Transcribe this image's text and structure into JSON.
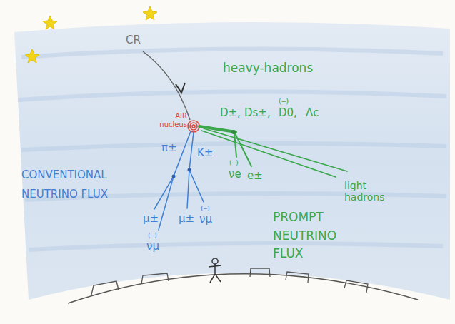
{
  "diagram": {
    "labels": [
      "CR",
      "AIR nucleus",
      "heavy-hadrons",
      "D±,",
      "Ds±,",
      "(‒)",
      "D0,",
      "Λc",
      "(‒)",
      "νe",
      "e±",
      "light hadrons",
      "π±",
      "K±",
      "μ±",
      "(‒)",
      "νμ",
      "μ±",
      "(‒)",
      "νμ",
      "CONVENTIONAL NEUTRINO FLUX",
      "PROMPT NEUTRINO FLUX"
    ]
  }
}
